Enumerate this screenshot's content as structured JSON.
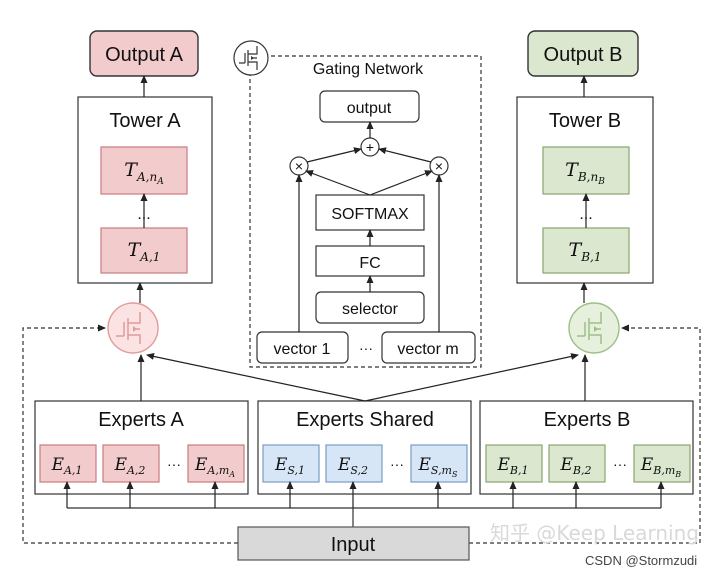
{
  "outputs": {
    "a": "Output A",
    "b": "Output B"
  },
  "towers": {
    "a": "Tower A",
    "b": "Tower B"
  },
  "tower_cells": {
    "a_top": {
      "base": "T",
      "sub": "A,n",
      "subsub": "A"
    },
    "a_bot": {
      "base": "T",
      "sub": "A,1"
    },
    "b_top": {
      "base": "T",
      "sub": "B,n",
      "subsub": "B"
    },
    "b_bot": {
      "base": "T",
      "sub": "B,1"
    },
    "ellipsis": "..."
  },
  "gating": {
    "title": "Gating Network",
    "output": "output",
    "plus": "+",
    "times": "×",
    "softmax": "SOFTMAX",
    "fc": "FC",
    "selector": "selector",
    "vector_first": "vector 1",
    "vector_last": "vector m",
    "ellipsis": "···"
  },
  "experts": {
    "a_title": "Experts A",
    "shared_title": "Experts Shared",
    "b_title": "Experts B",
    "ellipsis": "···",
    "a": [
      {
        "base": "E",
        "sub": "A,1"
      },
      {
        "base": "E",
        "sub": "A,2"
      },
      {
        "base": "E",
        "sub": "A,m",
        "subsub": "A"
      }
    ],
    "shared": [
      {
        "base": "E",
        "sub": "S,1"
      },
      {
        "base": "E",
        "sub": "S,2"
      },
      {
        "base": "E",
        "sub": "S,m",
        "subsub": "S"
      }
    ],
    "b": [
      {
        "base": "E",
        "sub": "B,1"
      },
      {
        "base": "E",
        "sub": "B,2"
      },
      {
        "base": "E",
        "sub": "B,m",
        "subsub": "B"
      }
    ]
  },
  "input": "Input",
  "watermarks": {
    "zhihu": "知乎 @Keep Learning",
    "csdn": "CSDN @Stormzudi"
  },
  "colors": {
    "red_fill": "#f2cccc",
    "red_stroke": "#c97b7b",
    "green_fill": "#dbe7cf",
    "green_stroke": "#8aa56f",
    "blue_fill": "#d6e6f7",
    "blue_stroke": "#7a9cc4",
    "input_fill": "#d9d9d9"
  }
}
